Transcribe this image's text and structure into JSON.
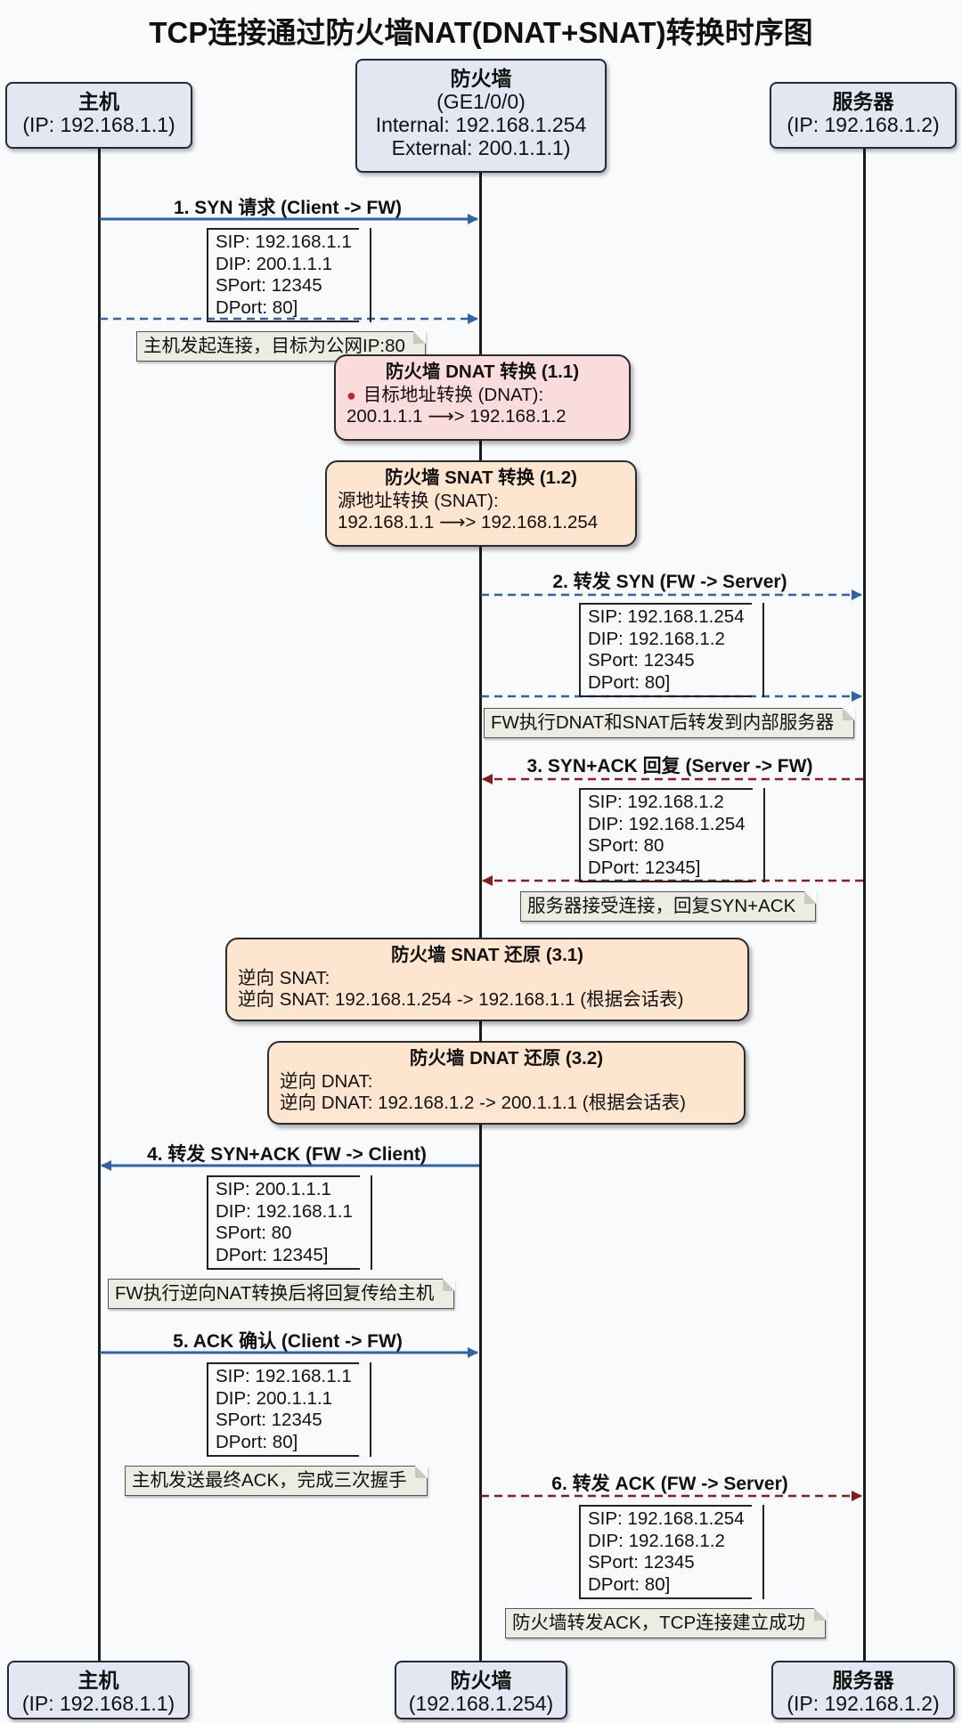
{
  "title": "TCP连接通过防火墙NAT(DNAT+SNAT)转换时序图",
  "actors": {
    "host": {
      "name": "主机",
      "ip": "(IP: 192.168.1.1)"
    },
    "firewall": {
      "name": "防火墙",
      "iface": "(GE1/0/0)",
      "internal": "Internal: 192.168.1.254",
      "external": "External: 200.1.1.1)",
      "footer_ip": "(192.168.1.254)"
    },
    "server": {
      "name": "服务器",
      "ip": "(IP: 192.168.1.2)"
    }
  },
  "messages": [
    {
      "label": "1. SYN 请求 (Client -> FW)",
      "packet": [
        "SIP: 192.168.1.1",
        "DIP: 200.1.1.1",
        "SPort: 12345",
        "DPort: 80]"
      ],
      "note": "主机发起连接，目标为公网IP:80"
    },
    {
      "label": "2. 转发 SYN (FW -> Server)",
      "packet": [
        "SIP: 192.168.1.254",
        "DIP: 192.168.1.2",
        "SPort: 12345",
        "DPort: 80]"
      ],
      "note": "FW执行DNAT和SNAT后转发到内部服务器"
    },
    {
      "label": "3. SYN+ACK 回复 (Server -> FW)",
      "packet": [
        "SIP: 192.168.1.2",
        "DIP: 192.168.1.254",
        "SPort: 80",
        "DPort: 12345]"
      ],
      "note": "服务器接受连接，回复SYN+ACK"
    },
    {
      "label": "4. 转发 SYN+ACK (FW -> Client)",
      "packet": [
        "SIP: 200.1.1.1",
        "DIP: 192.168.1.1",
        "SPort: 80",
        "DPort: 12345]"
      ],
      "note": "FW执行逆向NAT转换后将回复传给主机"
    },
    {
      "label": "5. ACK 确认 (Client -> FW)",
      "packet": [
        "SIP: 192.168.1.1",
        "DIP: 200.1.1.1",
        "SPort: 12345",
        "DPort: 80]"
      ],
      "note": "主机发送最终ACK，完成三次握手"
    },
    {
      "label": "6. 转发 ACK (FW -> Server)",
      "packet": [
        "SIP: 192.168.1.254",
        "DIP: 192.168.1.2",
        "SPort: 12345",
        "DPort: 80]"
      ],
      "note": "防火墙转发ACK，TCP连接建立成功"
    }
  ],
  "processes": {
    "dnat": {
      "title": "防火墙 DNAT 转换 (1.1)",
      "line1": "目标地址转换 (DNAT):",
      "line2": "200.1.1.1 ⟶> 192.168.1.2"
    },
    "snat": {
      "title": "防火墙 SNAT 转换 (1.2)",
      "line1": "源地址转换 (SNAT):",
      "line2": "192.168.1.1 ⟶> 192.168.1.254"
    },
    "snat_restore": {
      "title": "防火墙 SNAT 还原 (3.1)",
      "line1": "逆向 SNAT:",
      "line2": "逆向 SNAT: 192.168.1.254 -> 192.168.1.1 (根据会话表)"
    },
    "dnat_restore": {
      "title": "防火墙 DNAT 还原 (3.2)",
      "line1": "逆向 DNAT:",
      "line2": "逆向 DNAT: 192.168.1.2 -> 200.1.1.1 (根据会话表)"
    }
  },
  "colors": {
    "blue": "#2f63a5",
    "red": "#8b1c1c",
    "lifeline": "#1b1b1b"
  }
}
